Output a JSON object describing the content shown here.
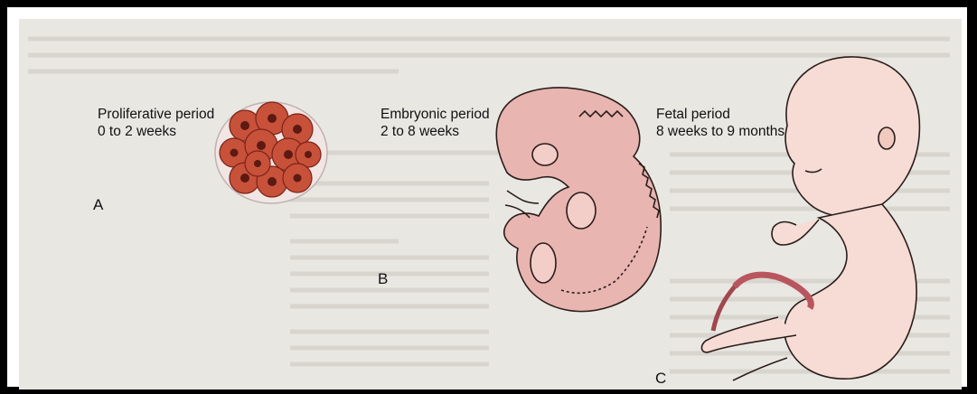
{
  "figure": {
    "panels": [
      {
        "letter": "A",
        "title": "Proliferative period",
        "range": "0 to 2 weeks"
      },
      {
        "letter": "B",
        "title": "Embryonic period",
        "range": "2 to 8 weeks"
      },
      {
        "letter": "C",
        "title": "Fetal period",
        "range": "8 weeks to 9 months"
      }
    ]
  },
  "colors": {
    "background": "#e9e7e2",
    "cell": "#c8513a",
    "nucleus": "#5c1a12",
    "embryo": "#e8b5b0",
    "fetus": "#f6dcd4",
    "outline": "#2a1d1b"
  }
}
